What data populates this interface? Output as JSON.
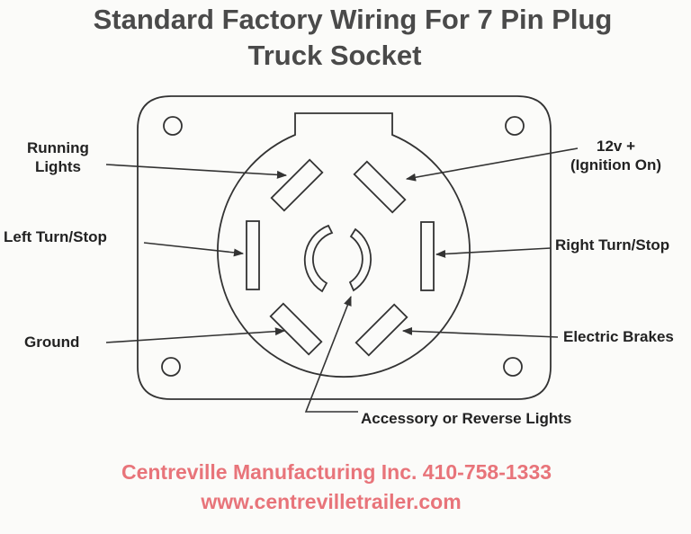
{
  "title": {
    "line1": "Standard Factory Wiring For 7 Pin Plug",
    "line2": "Truck Socket"
  },
  "labels": {
    "running_lights_line1": "Running",
    "running_lights_line2": "Lights",
    "ignition_line1": "12v +",
    "ignition_line2": "(Ignition On)",
    "left_turn": "Left Turn/Stop",
    "right_turn": "Right Turn/Stop",
    "ground": "Ground",
    "electric_brakes": "Electric Brakes",
    "accessory": "Accessory or Reverse Lights"
  },
  "footer": {
    "company": "Centreville Manufacturing Inc.  410-758-1333",
    "website": "www.centrevilletrailer.com"
  },
  "colors": {
    "title": "#4a4a4a",
    "footer": "#e8747a",
    "lines": "#333333"
  }
}
